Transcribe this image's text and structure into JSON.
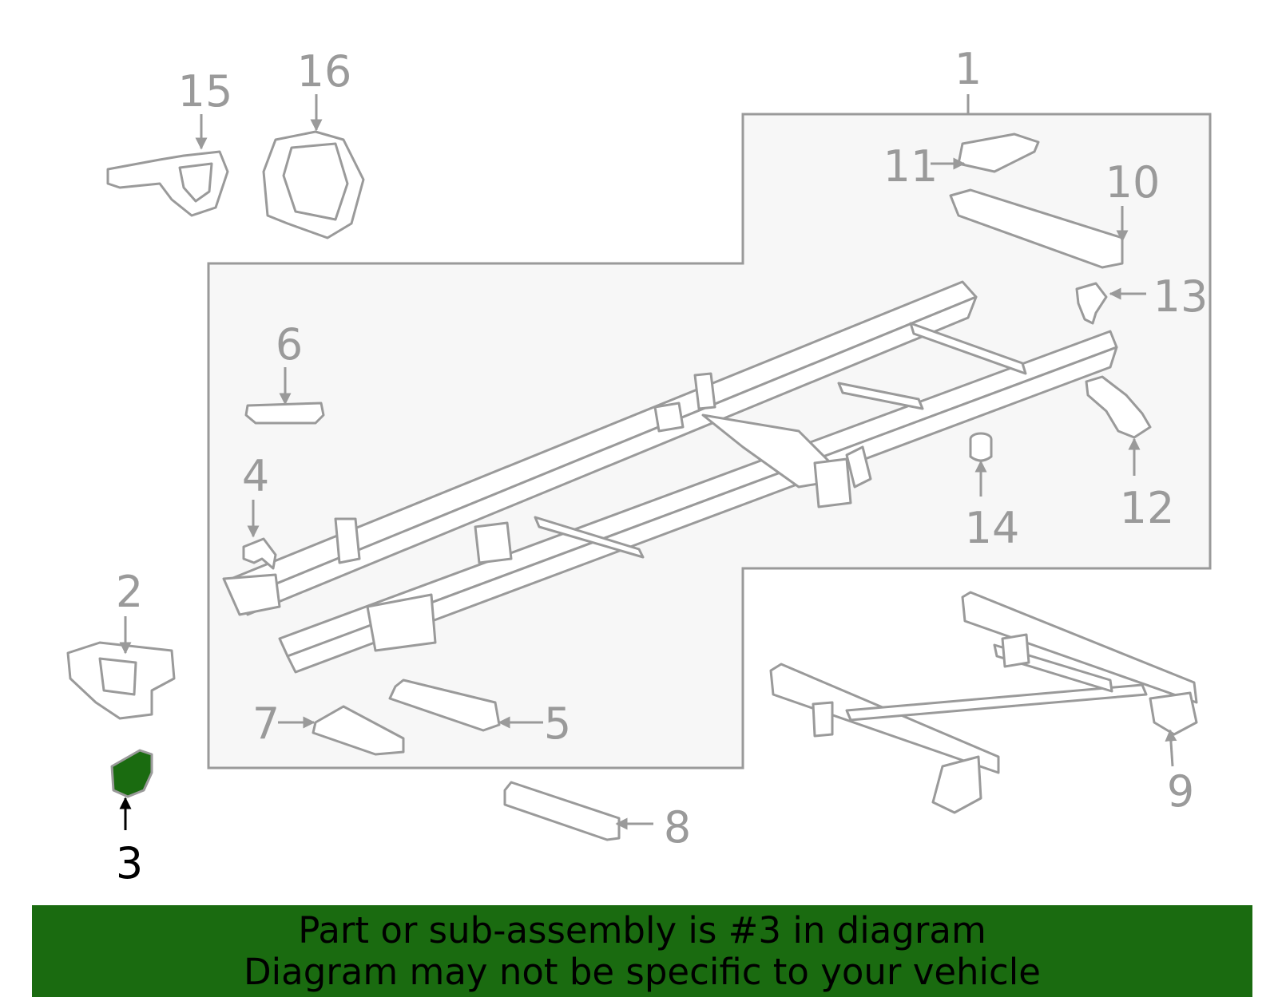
{
  "colors": {
    "line": "#9a9a9a",
    "panel_fill": "#f7f7f7",
    "highlight": "#1a6b10",
    "banner": "#1a6b10",
    "highlight_label": "#000000"
  },
  "callouts": [
    "1",
    "2",
    "3",
    "4",
    "5",
    "6",
    "7",
    "8",
    "9",
    "10",
    "11",
    "12",
    "13",
    "14",
    "15",
    "16"
  ],
  "highlighted_part": "3",
  "banner": {
    "line1": "Part or sub-assembly is #3 in diagram",
    "line2": "Diagram may not be specific to your vehicle"
  }
}
